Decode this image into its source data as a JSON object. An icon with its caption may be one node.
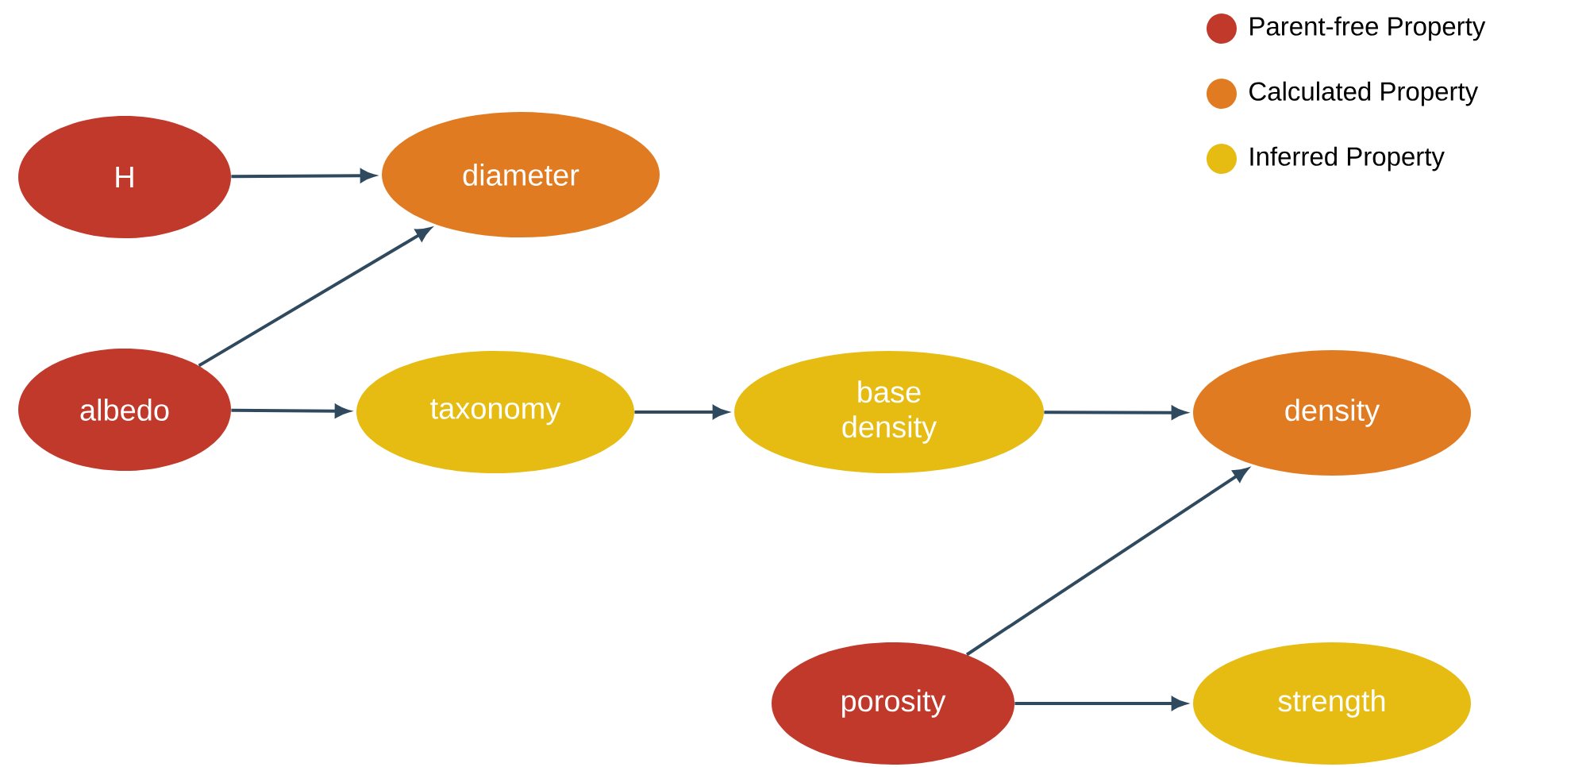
{
  "diagram": {
    "nodes": [
      {
        "text": [
          "H"
        ]
      },
      {
        "text": [
          "diameter"
        ]
      },
      {
        "text": [
          "albedo"
        ]
      },
      {
        "text": [
          "taxonomy"
        ]
      },
      {
        "text": [
          "base density"
        ]
      },
      {
        "text": [
          "density"
        ]
      },
      {
        "text": [
          "porosity"
        ]
      },
      {
        "text": [
          "strength"
        ]
      }
    ],
    "edges": [
      {
        "from": 0,
        "to": 1,
        "arrow": "to"
      },
      {
        "from": 2,
        "to": 1,
        "arrow": "to"
      },
      {
        "from": 2,
        "to": 3,
        "arrow": "to"
      },
      {
        "from": 3,
        "to": 4,
        "arrow": "to"
      },
      {
        "from": 4,
        "to": 5,
        "arrow": "to"
      },
      {
        "from": 6,
        "to": 5,
        "arrow": "to"
      },
      {
        "from": 6,
        "to": 7,
        "arrow": "to"
      }
    ],
    "legend": [
      {
        "text": "Parent-free Property",
        "color": "#c0392b"
      },
      {
        "text": "Calculated Property",
        "color": "#e07b22"
      },
      {
        "text": "Inferred Property",
        "color": "#e6bc12"
      }
    ]
  }
}
